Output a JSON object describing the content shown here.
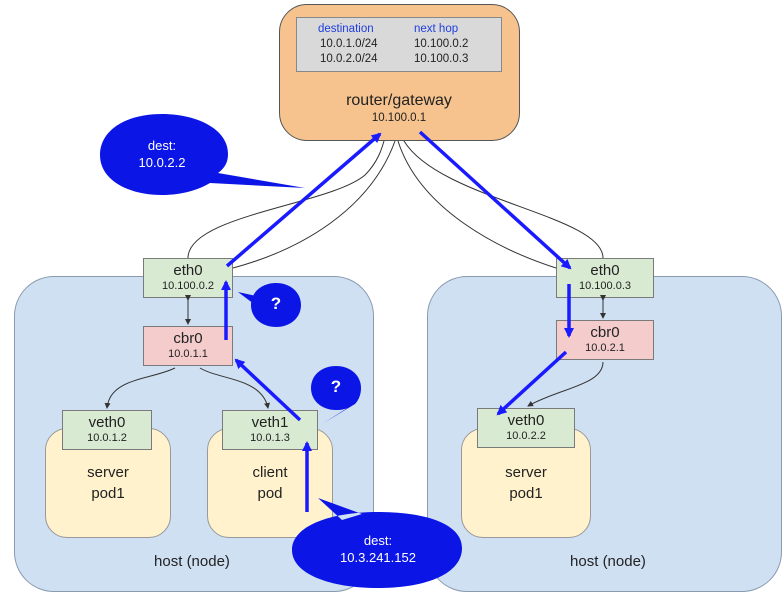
{
  "router": {
    "title": "router/gateway",
    "ip": "10.100.0.1",
    "table": {
      "headers": [
        "destination",
        "next hop"
      ],
      "rows": [
        [
          "10.0.1.0/24",
          "10.100.0.2"
        ],
        [
          "10.0.2.0/24",
          "10.100.0.3"
        ]
      ]
    }
  },
  "left_host": {
    "label": "host (node)",
    "eth0": {
      "name": "eth0",
      "ip": "10.100.0.2"
    },
    "cbr0": {
      "name": "cbr0",
      "ip": "10.0.1.1"
    },
    "veth0": {
      "name": "veth0",
      "ip": "10.0.1.2"
    },
    "veth1": {
      "name": "veth1",
      "ip": "10.0.1.3"
    },
    "server_pod": {
      "line1": "server",
      "line2": "pod1"
    },
    "client_pod": {
      "line1": "client",
      "line2": "pod"
    }
  },
  "right_host": {
    "label": "host (node)",
    "eth0": {
      "name": "eth0",
      "ip": "10.100.0.3"
    },
    "cbr0": {
      "name": "cbr0",
      "ip": "10.0.2.1"
    },
    "veth0": {
      "name": "veth0",
      "ip": "10.0.2.2"
    },
    "server_pod": {
      "line1": "server",
      "line2": "pod1"
    }
  },
  "callouts": {
    "top": {
      "line1": "dest:",
      "line2": "10.0.2.2"
    },
    "bottom": {
      "line1": "dest:",
      "line2": "10.3.241.152"
    },
    "question_1": "?",
    "question_2": "?"
  },
  "colors": {
    "arrow": "#1a1aff",
    "callout_fill": "#0b16e6",
    "host_fill": "#cfe0f3",
    "router_fill": "#f6c38e",
    "iface_green": "#d9ead3",
    "iface_pink": "#f4cccc",
    "pod_fill": "#fff2cc"
  }
}
